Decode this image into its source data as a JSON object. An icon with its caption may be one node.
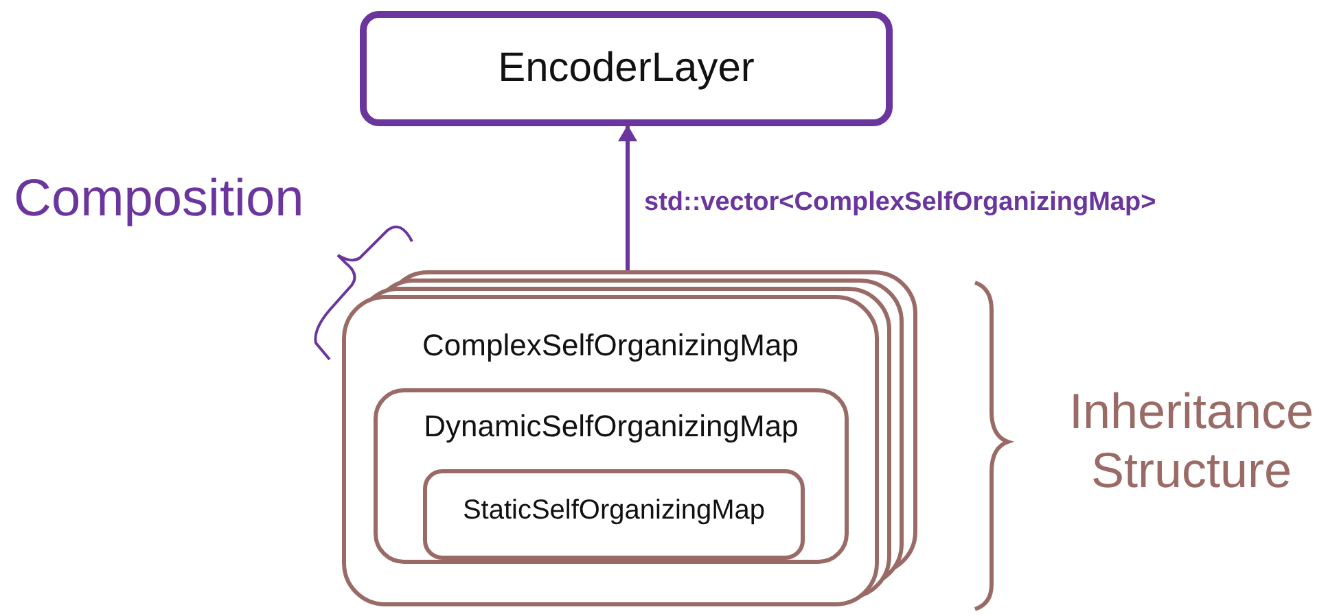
{
  "diagram": {
    "nodes": [
      {
        "text": [
          "EncoderLayer"
        ]
      },
      {
        "text": [
          "ComplexSelfOrganizingMap"
        ]
      },
      {
        "text": [
          "DynamicSelfOrganizingMap"
        ],
        "in": 1
      },
      {
        "text": [
          "StaticSelfOrganizingMap"
        ],
        "in": 2
      }
    ],
    "edges": [
      {
        "from": 1,
        "to": 0,
        "arrow": "to",
        "label": "std::vector<ComplexSelfOrganizingMap>"
      }
    ],
    "labels": [
      "Composition",
      "Inheritance Structure"
    ]
  }
}
